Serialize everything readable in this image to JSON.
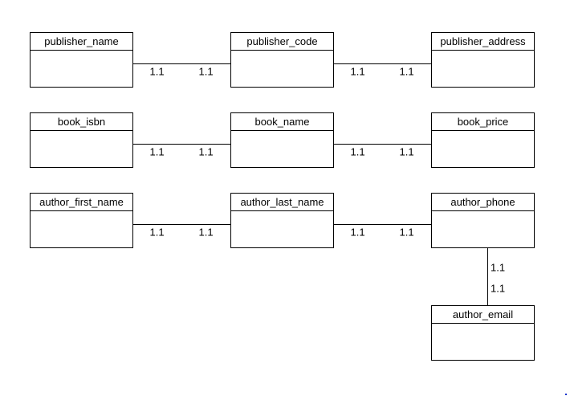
{
  "entities": [
    {
      "id": "publisher_name",
      "label": "publisher_name"
    },
    {
      "id": "publisher_code",
      "label": "publisher_code"
    },
    {
      "id": "publisher_address",
      "label": "publisher_address"
    },
    {
      "id": "book_isbn",
      "label": "book_isbn"
    },
    {
      "id": "book_name",
      "label": "book_name"
    },
    {
      "id": "book_price",
      "label": "book_price"
    },
    {
      "id": "author_first_name",
      "label": "author_first_name"
    },
    {
      "id": "author_last_name",
      "label": "author_last_name"
    },
    {
      "id": "author_phone",
      "label": "author_phone"
    },
    {
      "id": "author_email",
      "label": "author_email"
    }
  ],
  "relationships": [
    {
      "from": "publisher_name",
      "to": "publisher_code",
      "from_card": "1.1",
      "to_card": "1.1"
    },
    {
      "from": "publisher_code",
      "to": "publisher_address",
      "from_card": "1.1",
      "to_card": "1.1"
    },
    {
      "from": "book_isbn",
      "to": "book_name",
      "from_card": "1.1",
      "to_card": "1.1"
    },
    {
      "from": "book_name",
      "to": "book_price",
      "from_card": "1.1",
      "to_card": "1.1"
    },
    {
      "from": "author_first_name",
      "to": "author_last_name",
      "from_card": "1.1",
      "to_card": "1.1"
    },
    {
      "from": "author_last_name",
      "to": "author_phone",
      "from_card": "1.1",
      "to_card": "1.1"
    },
    {
      "from": "author_phone",
      "to": "author_email",
      "from_card": "1.1",
      "to_card": "1.1"
    }
  ]
}
